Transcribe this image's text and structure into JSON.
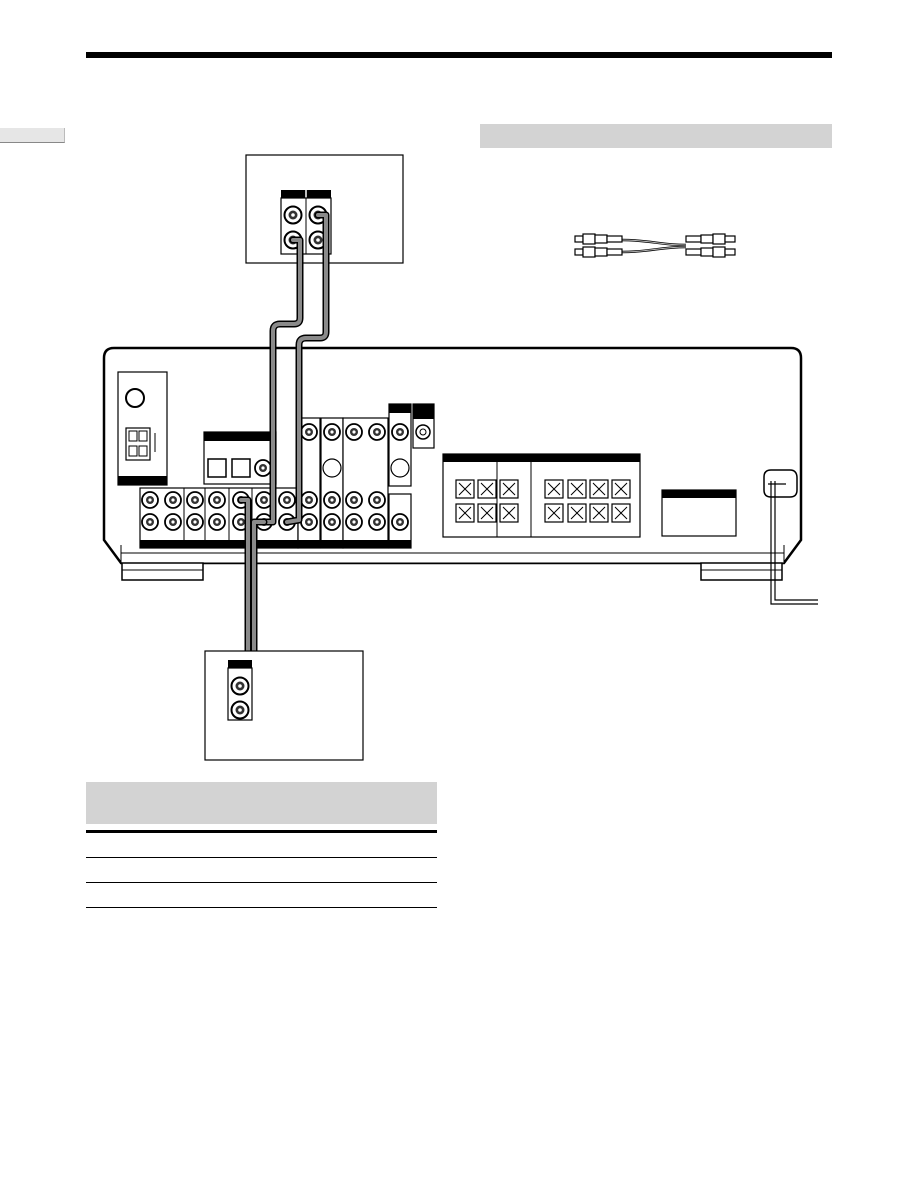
{
  "page": {
    "background": "#ffffff",
    "rule_color": "#000000",
    "shade_color": "#d3d3d3",
    "cable_color": "#8a8a8a"
  },
  "diagram": {
    "devices": [
      {
        "name": "top-source-device",
        "jacks": 4
      },
      {
        "name": "receiver-rear-panel"
      },
      {
        "name": "bottom-device",
        "jacks": 2
      }
    ],
    "cable_icon": "audio-rca-cable-icon"
  },
  "connection_table": {
    "header": "",
    "rows": [
      "",
      "",
      ""
    ]
  }
}
